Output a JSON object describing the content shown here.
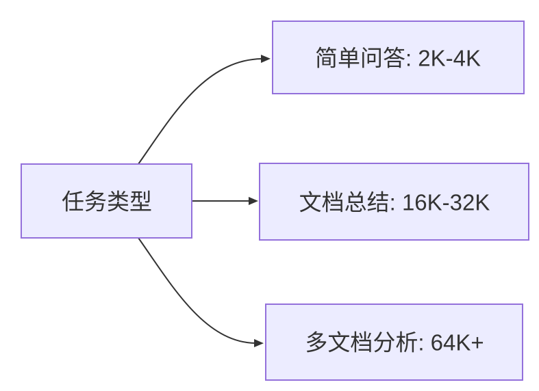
{
  "diagram": {
    "type": "flowchart-left-to-right",
    "nodes": {
      "root": {
        "label": "任务类型"
      },
      "simple_qa": {
        "label": "简单问答: 2K-4K"
      },
      "doc_summary": {
        "label": "文档总结: 16K-32K"
      },
      "multi_doc": {
        "label": "多文档分析: 64K+"
      }
    },
    "edges": [
      {
        "from": "任务类型",
        "to": "简单问答: 2K-4K",
        "style": "curved-arrow"
      },
      {
        "from": "任务类型",
        "to": "文档总结: 16K-32K",
        "style": "straight-arrow"
      },
      {
        "from": "任务类型",
        "to": "多文档分析: 64K+",
        "style": "curved-arrow"
      }
    ]
  },
  "colors": {
    "node_fill": "#ECECFF",
    "node_border": "#9370DB",
    "edge_color": "#333333",
    "text_color": "#333333",
    "background": "#FFFFFF"
  }
}
